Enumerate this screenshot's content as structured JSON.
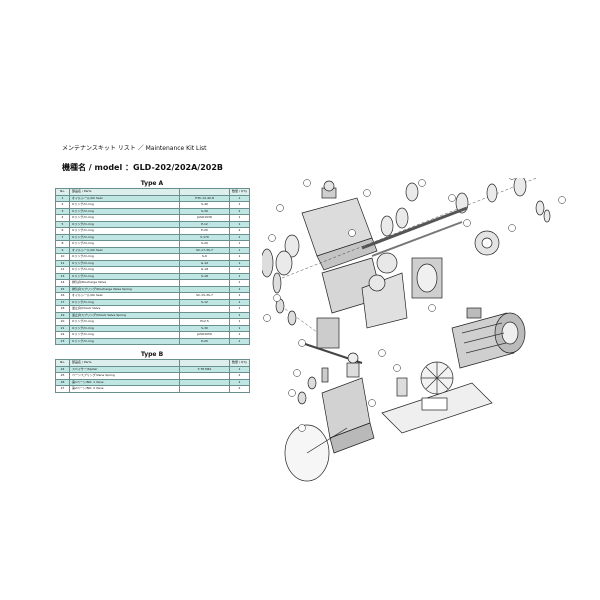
{
  "header": {
    "title": "メンテナンスキット リスト ／ Maintenance Kit List",
    "model": "機種名 / model ：GLD-202/202A/202B"
  },
  "type_a": {
    "label": "Type A",
    "columns": [
      "No.",
      "部品名 / Parts",
      "",
      "数量 / Q'ty"
    ],
    "rows": [
      [
        "1",
        "オイルシール/Oil Seal",
        "HTC-12-40-8",
        "1"
      ],
      [
        "2",
        "Oリング/O-ring",
        "S-40",
        "1"
      ],
      [
        "3",
        "Oリング/O-ring",
        "S-30",
        "2"
      ],
      [
        "4",
        "Oリング/O-ring",
        "JASO1036",
        "1"
      ],
      [
        "5",
        "Oリング/O-ring",
        "P-12",
        "1"
      ],
      [
        "6",
        "Oリング/O-ring",
        "P-20",
        "2"
      ],
      [
        "7",
        "Oリング/O-ring",
        "V-170",
        "1"
      ],
      [
        "8",
        "Oリング/O-ring",
        "S-20",
        "1"
      ],
      [
        "9",
        "オイルシール/Oil Seal",
        "SC-17-30-7",
        "1"
      ],
      [
        "10",
        "Oリング/O-ring",
        "S-6",
        "1"
      ],
      [
        "11",
        "Oリング/O-ring",
        "G-10",
        "1"
      ],
      [
        "12",
        "Oリング/O-ring",
        "G-18",
        "1"
      ],
      [
        "13",
        "Oリング/O-ring",
        "S-18",
        "1"
      ],
      [
        "14",
        "排気弁/Discharge Valve",
        "",
        "1"
      ],
      [
        "15",
        "排気弁スプリング/Discharge Valve Spring",
        "",
        "1"
      ],
      [
        "16",
        "オイルシール/Oil Seal",
        "SC-15-30-7",
        "1"
      ],
      [
        "17",
        "Oリング/O-ring",
        "S-12",
        "1"
      ],
      [
        "18",
        "逆止弁/Check Valve",
        "",
        "1"
      ],
      [
        "19",
        "逆止弁スプリング/Check Valve Spring",
        "",
        "1"
      ],
      [
        "20",
        "Oリング/O-ring",
        "P12.5",
        "1"
      ],
      [
        "21",
        "Oリング/O-ring",
        "S-30",
        "1"
      ],
      [
        "22",
        "Oリング/O-ring",
        "JASO2056",
        "1"
      ],
      [
        "23",
        "Oリング/O-ring",
        "P-20",
        "1"
      ]
    ]
  },
  "type_b": {
    "label": "Type B",
    "columns": [
      "No.",
      "部品名 / Parts",
      "",
      "数量 / Q'ty"
    ],
    "rows": [
      [
        "24",
        "スペイサー/Spider",
        "T-78 M61",
        "1"
      ],
      [
        "25",
        "ベーンスプリング/Vane Spring",
        "",
        "2"
      ],
      [
        "26",
        "第1ベーン/NO. 1 Vane",
        "",
        "2"
      ],
      [
        "27",
        "第2ベーン/NO. 2 Vane",
        "",
        "2"
      ]
    ]
  }
}
